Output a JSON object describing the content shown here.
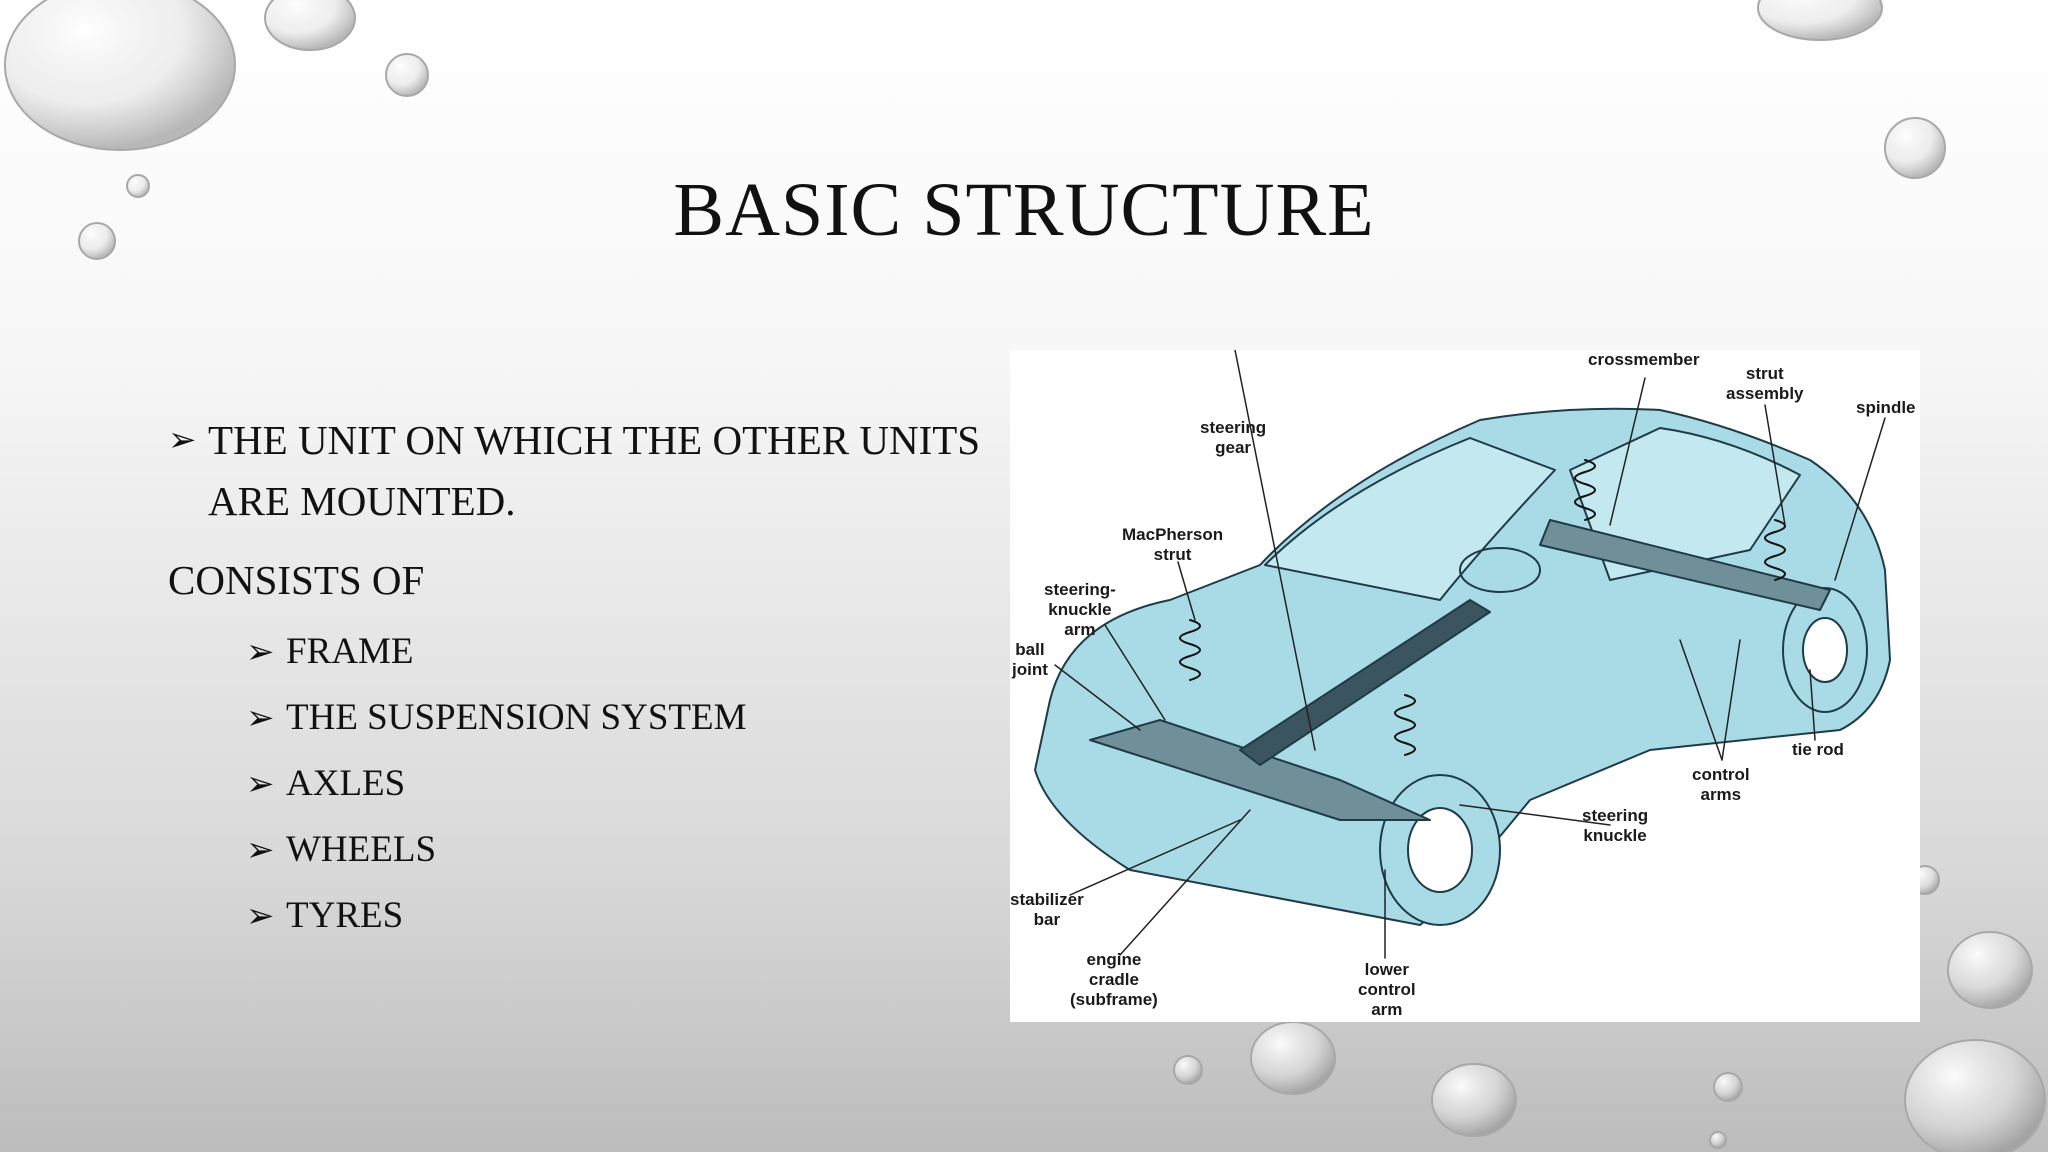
{
  "slide": {
    "title": "BASIC STRUCTURE",
    "bullet_marker": "➢",
    "intro_bullet": "THE UNIT ON WHICH THE OTHER UNITS ARE MOUNTED.",
    "consists_label": "CONSISTS OF",
    "components": [
      "FRAME",
      "THE SUSPENSION SYSTEM",
      "AXLES",
      "WHEELS",
      "TYRES"
    ]
  },
  "diagram": {
    "body_color": "#a8dbe6",
    "line_color": "#1f3b47",
    "labels": {
      "crossmember": "crossmember",
      "strut_assembly": "strut\nassembly",
      "spindle": "spindle",
      "steering_gear": "steering\ngear",
      "macpherson_strut": "MacPherson\nstrut",
      "steering_knuckle_arm": "steering-\nknuckle\narm",
      "ball_joint": "ball\njoint",
      "tie_rod": "tie rod",
      "control_arms": "control\narms",
      "steering_knuckle": "steering\nknuckle",
      "stabilizer_bar": "stabilizer\nbar",
      "engine_cradle": "engine\ncradle\n(subframe)",
      "lower_control_arm": "lower\ncontrol\narm"
    }
  }
}
